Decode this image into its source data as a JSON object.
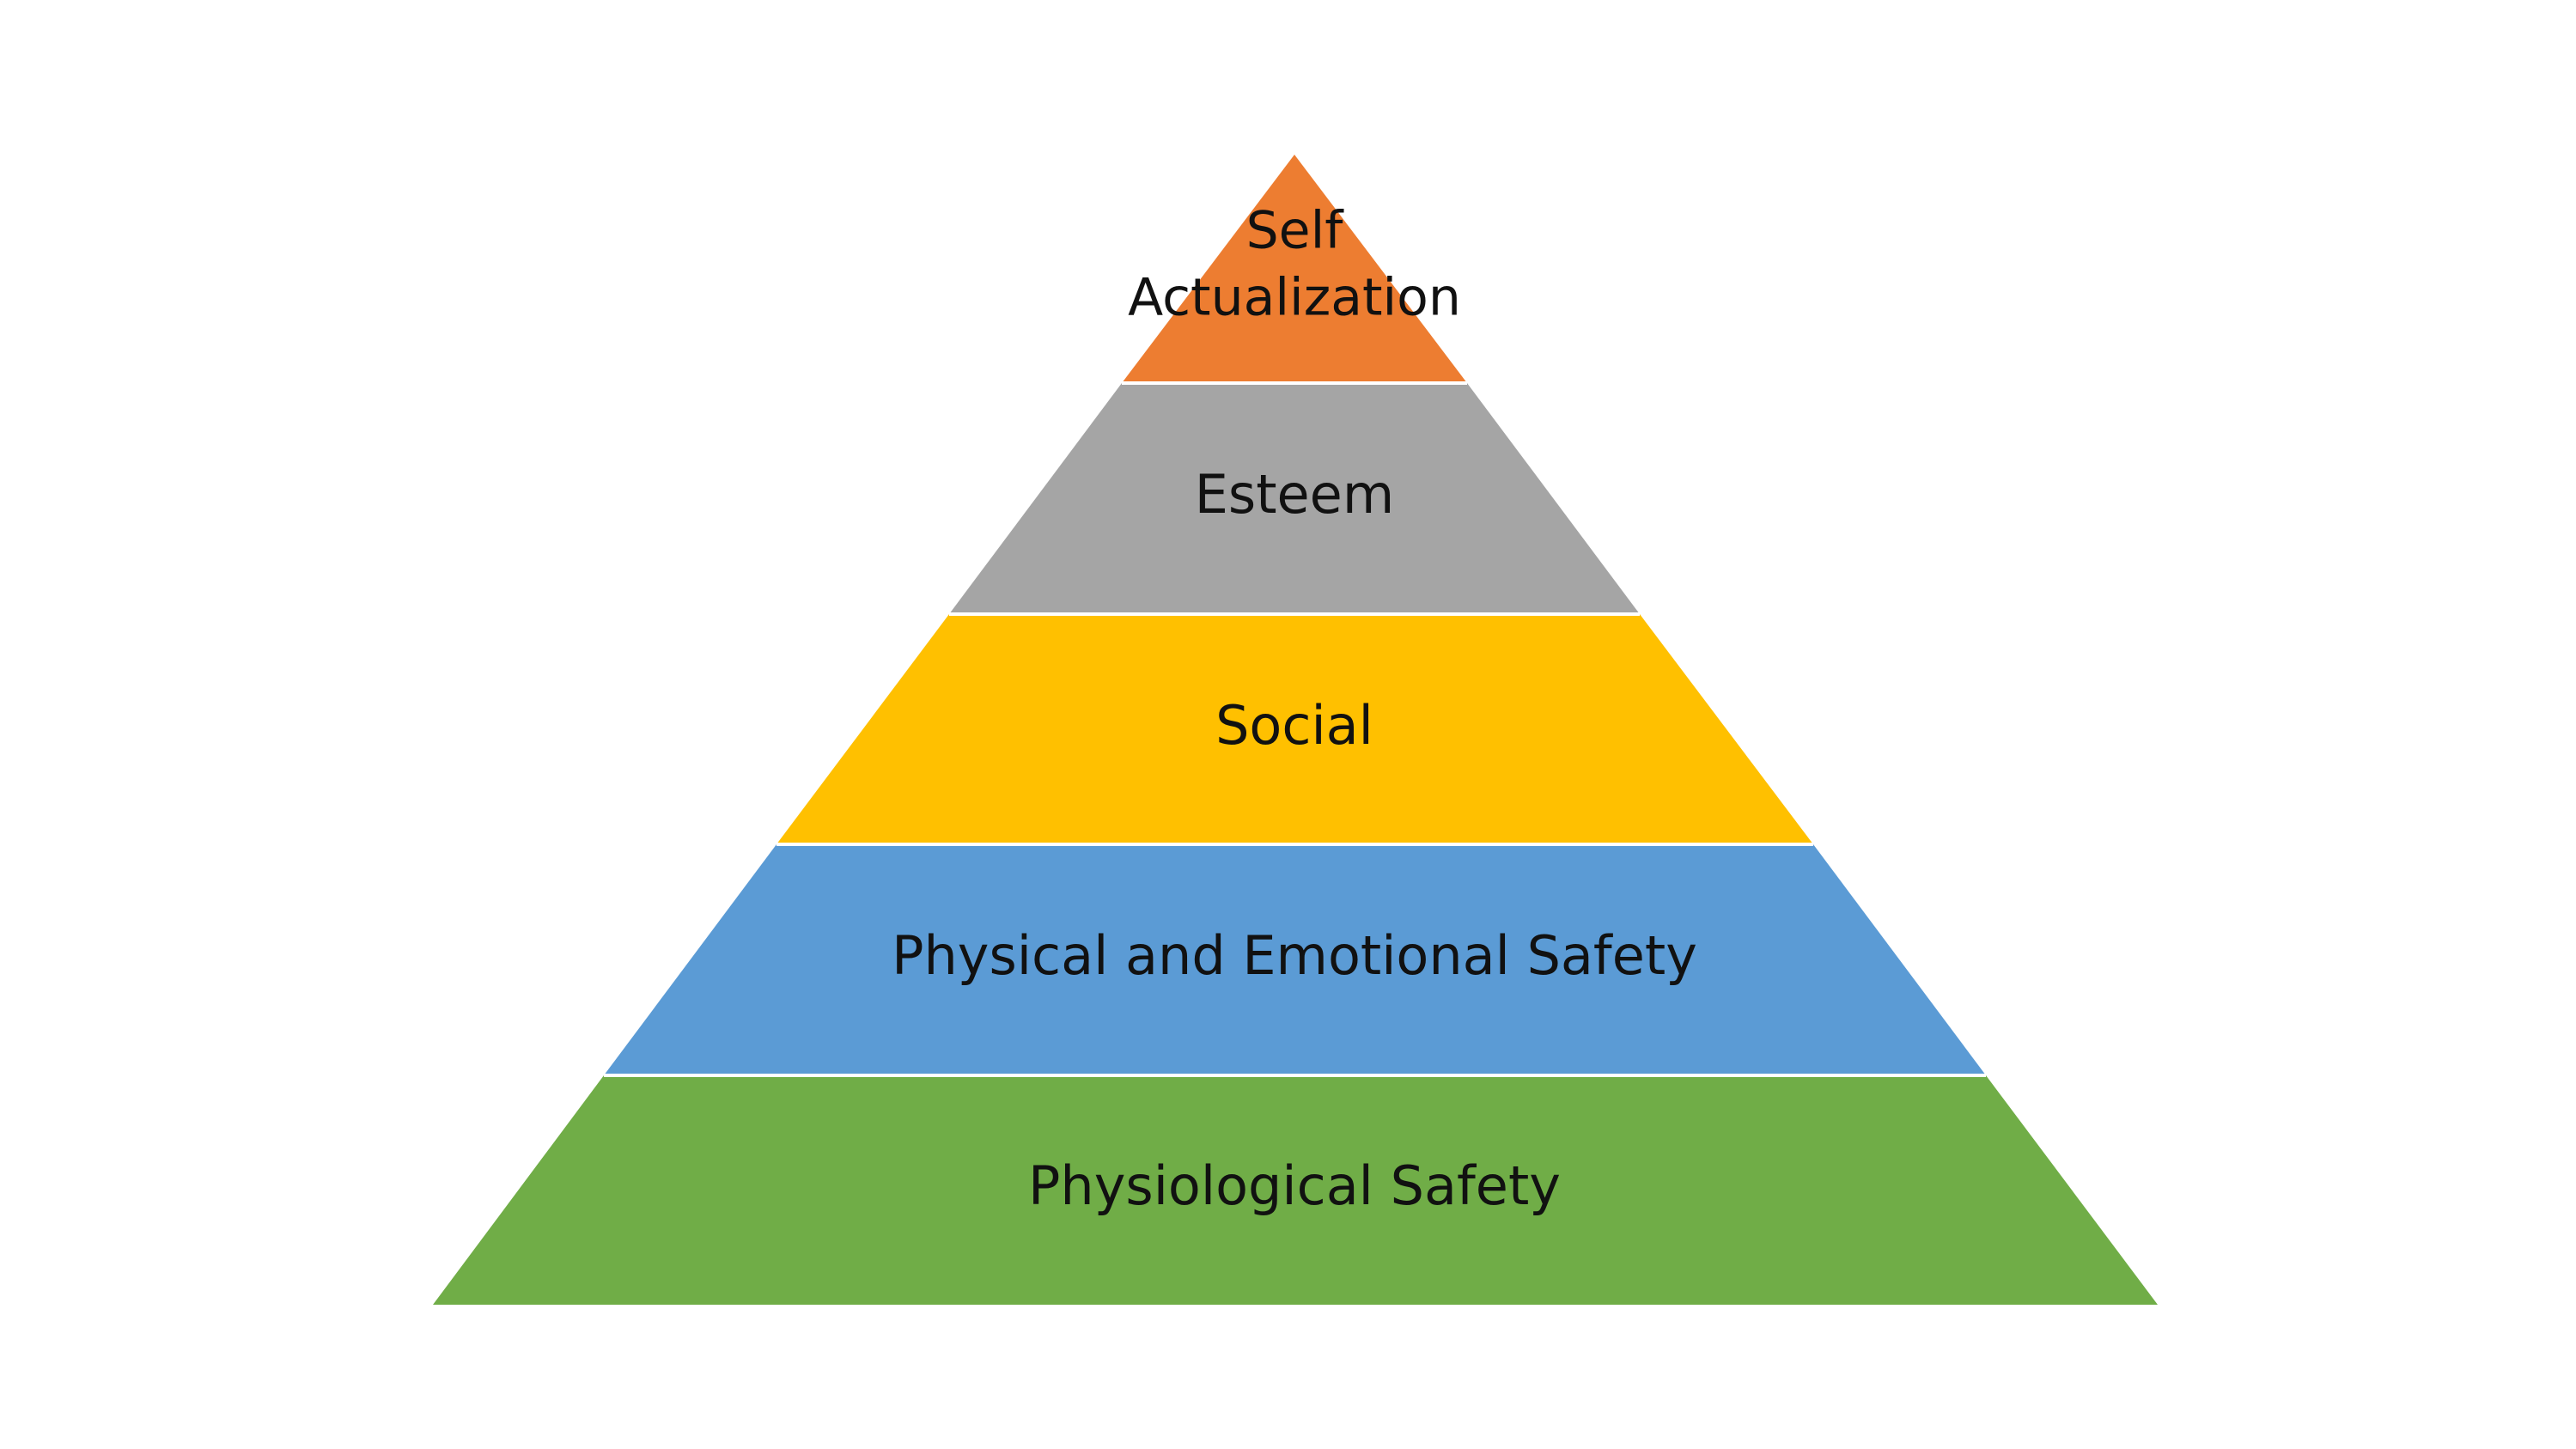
{
  "diagram": {
    "type": "pyramid",
    "tiers": [
      {
        "label_lines": [
          "Self",
          "Actualization"
        ],
        "color": "#ED7D31"
      },
      {
        "label_lines": [
          "Esteem"
        ],
        "color": "#A5A5A5"
      },
      {
        "label_lines": [
          "Social"
        ],
        "color": "#FFC000"
      },
      {
        "label_lines": [
          "Physical and Emotional Safety"
        ],
        "color": "#5B9BD5"
      },
      {
        "label_lines": [
          "Physiological Safety"
        ],
        "color": "#70AD47"
      }
    ]
  }
}
